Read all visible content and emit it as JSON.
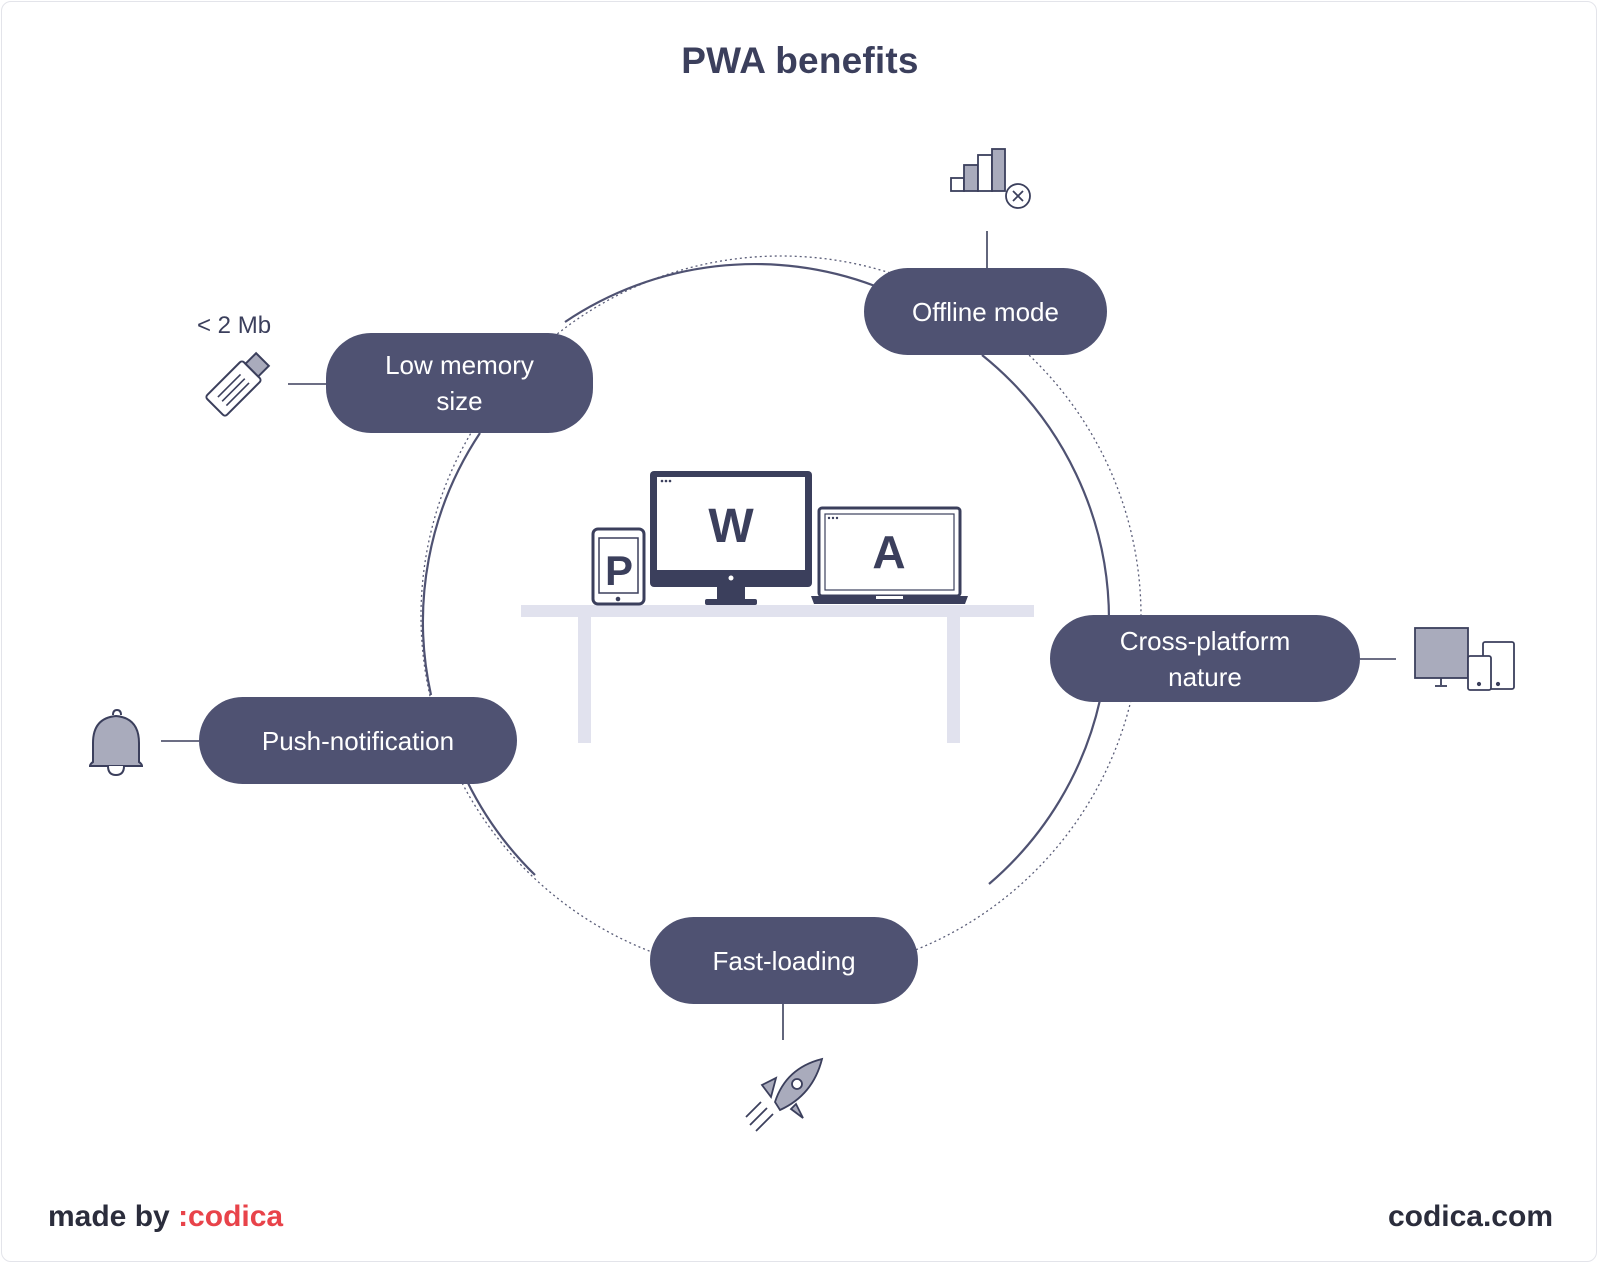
{
  "title": "PWA benefits",
  "center": {
    "letters": [
      "P",
      "W",
      "A"
    ]
  },
  "benefits": {
    "offline": {
      "label": "Offline mode",
      "icon": "signal-bars-off-icon"
    },
    "memory": {
      "line1": "Low memory",
      "line2": "size",
      "note": "< 2 Mb",
      "icon": "usb-stick-icon"
    },
    "cross": {
      "line1": "Cross-platform",
      "line2": "nature",
      "icon": "multi-device-icon"
    },
    "push": {
      "label": "Push-notification",
      "icon": "bell-icon"
    },
    "fast": {
      "label": "Fast-loading",
      "icon": "rocket-icon"
    }
  },
  "footer": {
    "made_by": "made by",
    "brand": ":codica",
    "site": "codica.com"
  },
  "colors": {
    "pill": "#4f5272",
    "text": "#3b3f5c",
    "brand": "#e8434a",
    "table": "#e1e2ee",
    "device": "#3b3f5c"
  }
}
